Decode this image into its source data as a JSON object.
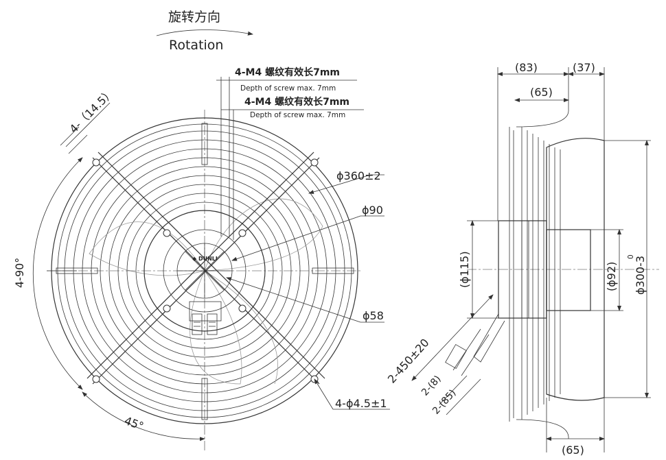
{
  "rotation": {
    "cn": "旋转方向",
    "en": "Rotation"
  },
  "notes": {
    "screw_outer": "4-M4 螺纹有效长7mm",
    "screw_outer_en": "Depth of screw max. 7mm",
    "screw_inner": "4-M4 螺纹有效长7mm",
    "screw_inner_en": "Depth of screw max. 7mm"
  },
  "front_dims": {
    "d360": "ϕ360±2",
    "d90": "ϕ90",
    "d58": "ϕ58",
    "holes": "4-ϕ4.5±1",
    "angle_4x90": "4-90°",
    "angle_45": "45°",
    "slot": "4-（14.5）"
  },
  "side_dims": {
    "w83": "(83)",
    "w37": "(37)",
    "w65_top": "(65)",
    "w65_bottom": "(65)",
    "d115": "(ϕ115)",
    "d92": "(ϕ92)",
    "d300": "ϕ300-3",
    "d300_tol": "0",
    "cable": "2-450±20",
    "c8": "2-(8)",
    "c85": "2-(85)"
  }
}
